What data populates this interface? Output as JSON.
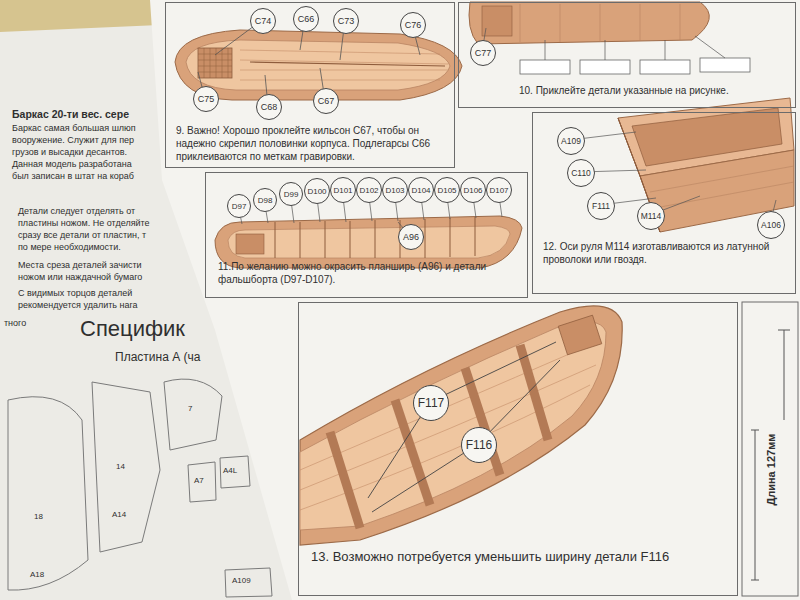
{
  "diagram": {
    "nodes": [
      {
        "text": [
          "9. Важно! Хорошо проклейте кильсон C67, чтобы он надежно скрепил половинки корпуса. Подлегарсы C66 приклеиваются по меткам гравировки."
        ]
      },
      {
        "text": [
          "C74"
        ],
        "in": 0
      },
      {
        "text": [
          "C66"
        ],
        "in": 0
      },
      {
        "text": [
          "C73"
        ],
        "in": 0
      },
      {
        "text": [
          "C76"
        ],
        "in": 0
      },
      {
        "text": [
          "C75"
        ],
        "in": 0
      },
      {
        "text": [
          "C68"
        ],
        "in": 0
      },
      {
        "text": [
          "C67"
        ],
        "in": 0
      },
      {
        "text": [
          "10. Приклейте детали указанные на рисунке."
        ]
      },
      {
        "text": [
          "C77"
        ],
        "in": 8
      },
      {
        "text": [
          "11.По желанию можно окрасить планширь (A96) и детали фальшборта (D97-D107)."
        ]
      },
      {
        "text": [
          "D97"
        ],
        "in": 10
      },
      {
        "text": [
          "D98"
        ],
        "in": 10
      },
      {
        "text": [
          "D99"
        ],
        "in": 10
      },
      {
        "text": [
          "D100"
        ],
        "in": 10
      },
      {
        "text": [
          "D101"
        ],
        "in": 10
      },
      {
        "text": [
          "D102"
        ],
        "in": 10
      },
      {
        "text": [
          "D103"
        ],
        "in": 10
      },
      {
        "text": [
          "D104"
        ],
        "in": 10
      },
      {
        "text": [
          "D105"
        ],
        "in": 10
      },
      {
        "text": [
          "D106"
        ],
        "in": 10
      },
      {
        "text": [
          "D107"
        ],
        "in": 10
      },
      {
        "text": [
          "A96"
        ],
        "in": 10
      },
      {
        "text": [
          "12. Оси руля M114 изготавливаются из латунной проволоки или гвоздя."
        ]
      },
      {
        "text": [
          "A109"
        ],
        "in": 23
      },
      {
        "text": [
          "C110"
        ],
        "in": 23
      },
      {
        "text": [
          "F111"
        ],
        "in": 23
      },
      {
        "text": [
          "M114"
        ],
        "in": 23
      },
      {
        "text": [
          "A106"
        ],
        "in": 23
      },
      {
        "text": [
          "13. Возможно потребуется уменьшить ширину детали F116"
        ]
      },
      {
        "text": [
          "F117"
        ],
        "in": 29
      },
      {
        "text": [
          "F116"
        ],
        "in": 29
      }
    ],
    "edges": [],
    "labels": [
      "Баркас 20-ти вес. сере",
      "Баркас самая большая шлюп",
      "вооружение. Служит для пер",
      "грузов и высадки десантов.",
      "Данная модель разработана",
      "был записан в штат на кораб",
      "Детали следует отделять от",
      "пластины ножом. Не отделяйте",
      "сразу все детали от пластин, т",
      "по мере необходимости.",
      "Места среза деталей зачисти",
      "ножом или наждачной бумаго",
      "С видимых торцов деталей",
      "рекомендуется удалить нага",
      "тного",
      "Специфик",
      "Пластина А (ча",
      "18",
      "14",
      "7",
      "A7",
      "A4L",
      "A14",
      "A18",
      "A109",
      "Длина 127мм"
    ]
  }
}
